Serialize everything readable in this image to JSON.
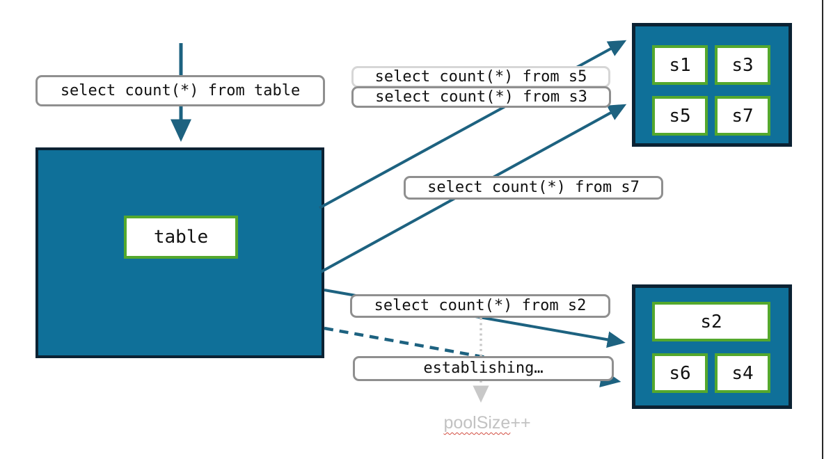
{
  "diagram": {
    "incoming_query": "select count(*) from table",
    "table_label": "table",
    "queries": {
      "s5": "select count(*) from s5",
      "s3": "select count(*) from s3",
      "s7": "select count(*) from s7",
      "s2": "select count(*) from s2",
      "establishing": "establishing…"
    },
    "pools": {
      "top": [
        "s1",
        "s3",
        "s5",
        "s7"
      ],
      "bottom": [
        "s2",
        "s6",
        "s4"
      ]
    },
    "pool_size": {
      "word": "poolSize",
      "suffix": "++"
    },
    "colors": {
      "pool_fill": "#0f7099",
      "pool_border": "#0b2233",
      "shard_border_green": "#54a82d",
      "arrow_teal": "#1d6280",
      "label_border_gray": "#8f8f8f",
      "label_border_light": "#d6d6d6",
      "dotted_arrow_gray": "#c8c8c8",
      "pool_size_text": "#c2c2c2",
      "spellcheck_red": "#d24b3e"
    }
  }
}
